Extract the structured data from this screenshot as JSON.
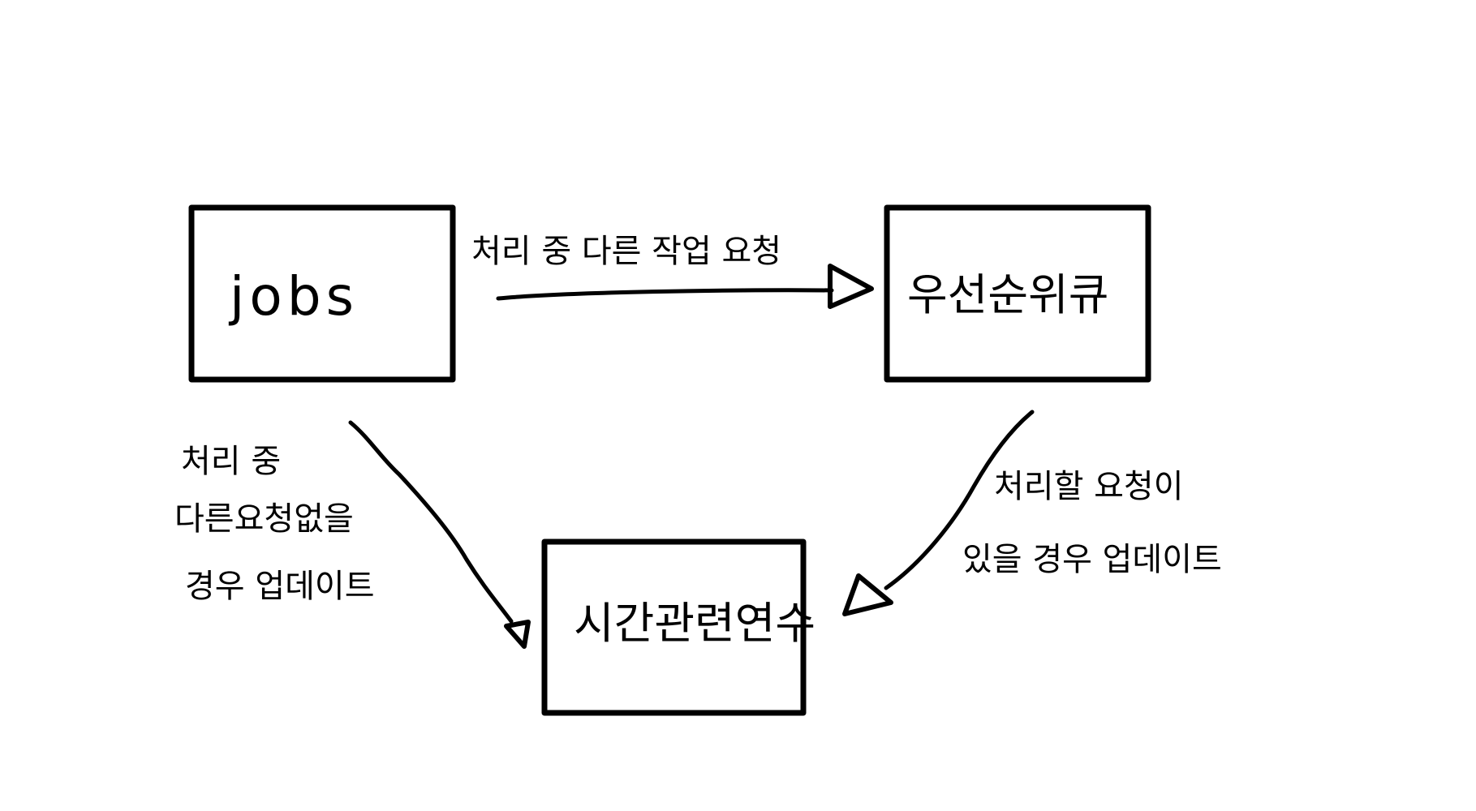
{
  "diagram": {
    "nodes": {
      "jobs": {
        "label": "jobs"
      },
      "priority_queue": {
        "label": "우선순위큐"
      },
      "time_function": {
        "label": "시간관련연수"
      }
    },
    "edges": {
      "jobs_to_queue": {
        "from": "jobs",
        "to": "priority_queue",
        "label": "처리 중 다른 작업 요청"
      },
      "jobs_to_time": {
        "from": "jobs",
        "to": "time_function",
        "label_lines": [
          "처리 중",
          "다른요청없을",
          "경우 업데이트"
        ]
      },
      "queue_to_time": {
        "from": "priority_queue",
        "to": "time_function",
        "label_lines": [
          "처리할 요청이",
          "있을 경우 업데이트"
        ]
      }
    },
    "style": {
      "background": "#ffffff",
      "stroke": "#000000"
    }
  }
}
